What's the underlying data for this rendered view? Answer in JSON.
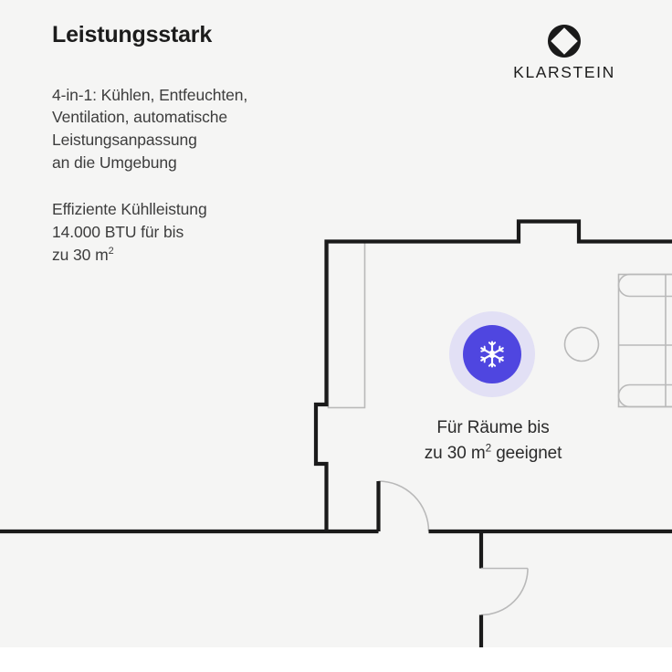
{
  "meta": {
    "background_color": "#f5f5f4",
    "accent_color": "#4f46e0",
    "halo_color": "#e2e0f5",
    "wall_color": "#1a1a1a",
    "furniture_color": "#b9b9b9"
  },
  "copy": {
    "headline": "Leistungsstark",
    "paragraph_1": "4-in-1: Kühlen, Entfeuchten, Ventilation, automatische Leistungsanpassung an die Umgebung",
    "paragraph_1_lines": [
      "4-in-1: Kühlen, Entfeuchten,",
      "Ventilation, automatische",
      "Leistungsanpassung",
      "an die Umgebung"
    ],
    "paragraph_2_lines": [
      "Effiziente Kühlleistung",
      "14.000 BTU für bis",
      "zu 30 m"
    ],
    "paragraph_2_superscript": "2"
  },
  "brand": {
    "name": "KLARSTEIN",
    "mark_icon": "klarstein-diamond-ring-icon"
  },
  "badge": {
    "icon": "snowflake-icon",
    "caption_line_1": "Für Räume bis",
    "caption_line_2a": "zu 30 m",
    "caption_superscript": "2",
    "caption_line_2b": " geeignet"
  },
  "floorplan": {
    "icon": "floorplan-diagram",
    "furniture": [
      {
        "name": "round-table",
        "shape": "circle"
      },
      {
        "name": "sofa",
        "shape": "rounded-rectangle"
      },
      {
        "name": "counter",
        "shape": "rectangle"
      }
    ],
    "doors": [
      {
        "name": "door-swing-left",
        "shape": "quarter-arc"
      },
      {
        "name": "door-swing-right",
        "shape": "quarter-arc"
      }
    ]
  }
}
